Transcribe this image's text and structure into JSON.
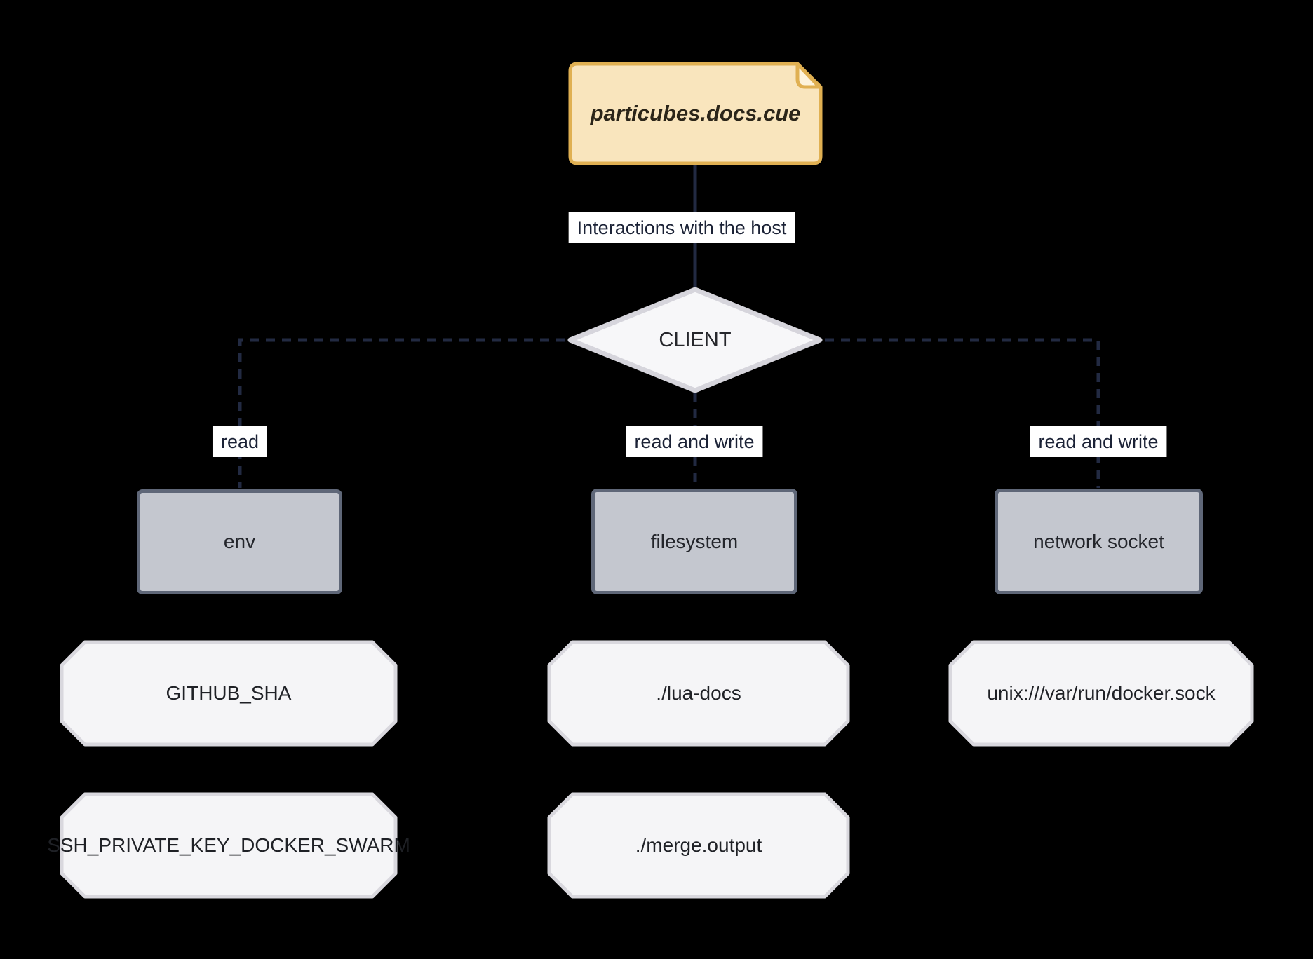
{
  "diagram": {
    "note": {
      "label": "particubes.docs.cue"
    },
    "decision": {
      "label": "CLIENT"
    },
    "edges": {
      "host_label": "Interactions with the host",
      "env_label": "read",
      "filesystem_label": "read and write",
      "network_label": "read and write"
    },
    "resources": [
      {
        "label": "env"
      },
      {
        "label": "filesystem"
      },
      {
        "label": "network socket"
      }
    ],
    "values": [
      {
        "label": "GITHUB_SHA"
      },
      {
        "label": "SSH_PRIVATE_KEY_DOCKER_SWARM"
      },
      {
        "label": "./lua-docs"
      },
      {
        "label": "./merge.output"
      },
      {
        "label": "unix:///var/run/docker.sock"
      }
    ],
    "colors": {
      "background": "#000000",
      "note_fill": "#f9e5bd",
      "note_border": "#e0b052",
      "edge_line": "#222a42",
      "edge_label_bg": "#ffffff",
      "edge_label_text": "#1b2236",
      "decision_fill": "#f7f7f9",
      "decision_border": "#d6d5dc",
      "resource_fill": "#c4c7cf",
      "resource_border": "#5f6778",
      "value_fill": "#f5f5f7",
      "value_border": "#d9d8de"
    }
  }
}
